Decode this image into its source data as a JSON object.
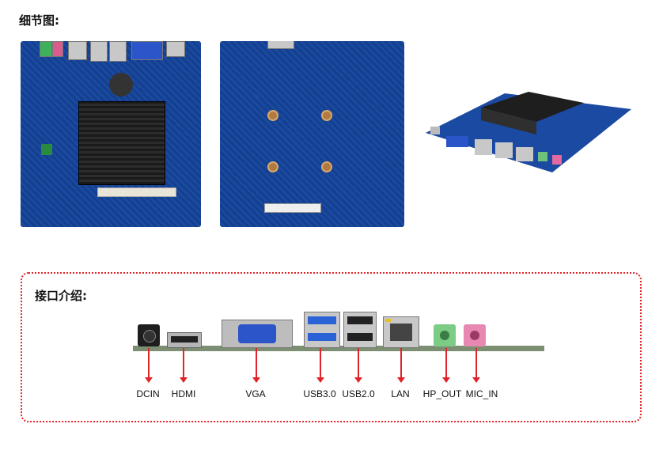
{
  "section_detail": {
    "title": "细节图:"
  },
  "section_interfaces": {
    "title": "接口介绍:",
    "ports": [
      {
        "label": "DCIN"
      },
      {
        "label": "HDMI"
      },
      {
        "label": "VGA"
      },
      {
        "label": "USB3.0"
      },
      {
        "label": "USB2.0"
      },
      {
        "label": "LAN"
      },
      {
        "label": "HP_OUT"
      },
      {
        "label": "MIC_IN"
      }
    ]
  },
  "colors": {
    "accent": "#e0242a",
    "board_blue": "#173f92"
  }
}
